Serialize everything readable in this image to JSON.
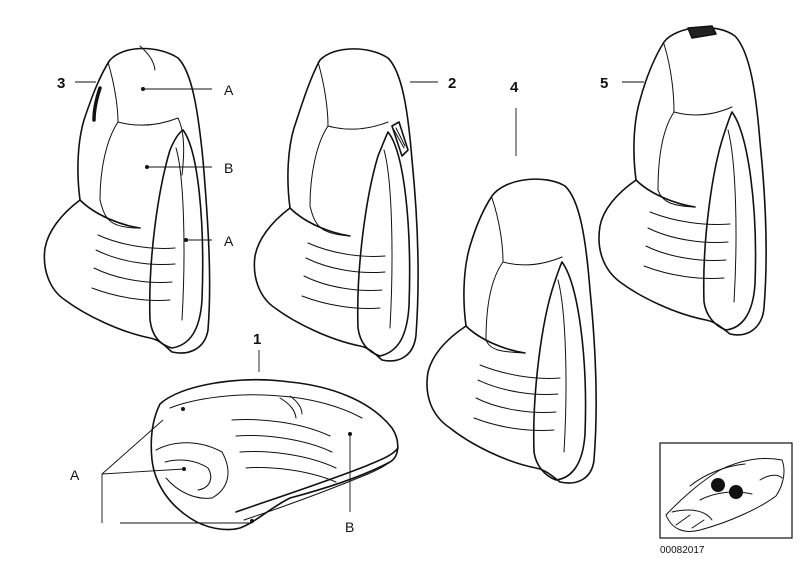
{
  "callouts": {
    "n1": "1",
    "n2": "2",
    "n3": "3",
    "n4": "4",
    "n5": "5",
    "a_top": "A",
    "b_mid": "B",
    "a_side": "A",
    "a_cushion": "A",
    "b_cushion": "B"
  },
  "image_number": "00082017"
}
